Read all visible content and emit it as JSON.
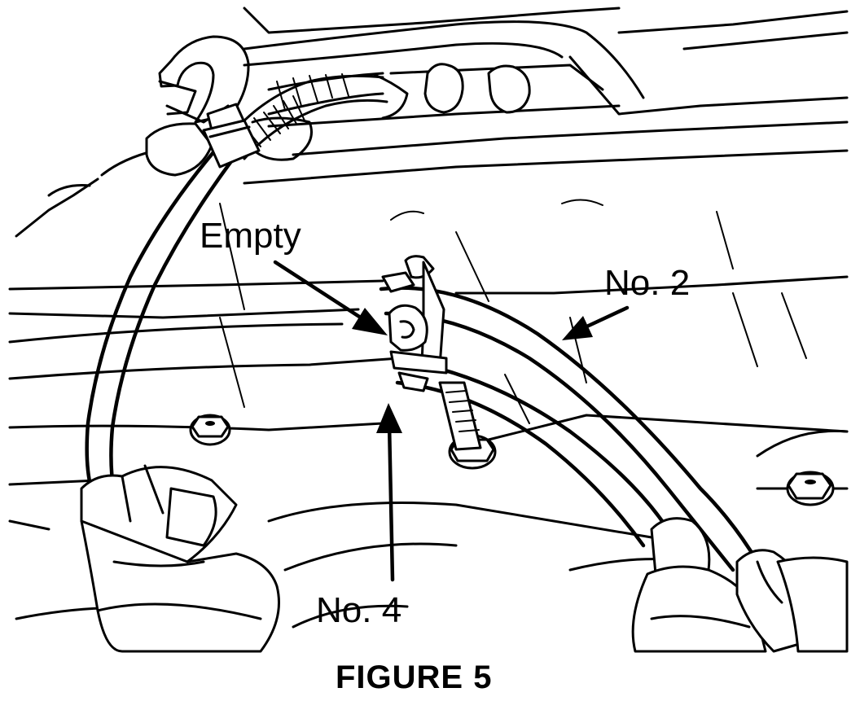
{
  "callouts": {
    "empty": "Empty",
    "no2": "No.  2",
    "no4": "No.  4"
  },
  "caption": "FIGURE 5",
  "colors": {
    "ink": "#000000",
    "paper": "#ffffff"
  }
}
